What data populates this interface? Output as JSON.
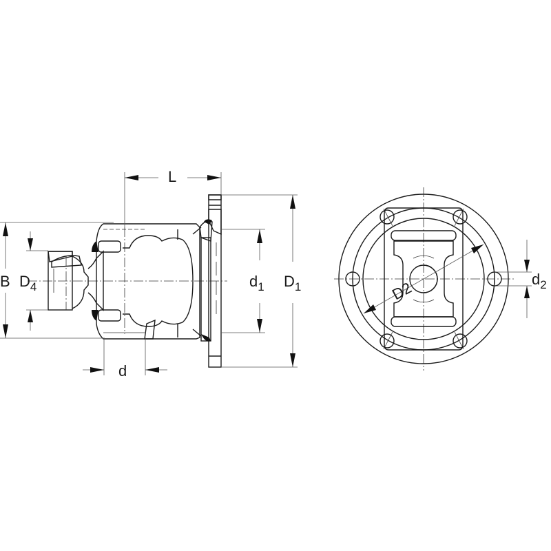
{
  "diagram": {
    "type": "technical-drawing",
    "subject": "universal joint with flange — side section view and end view",
    "line_color": "#1a1a1a",
    "background": "#ffffff",
    "views": {
      "side_view": {
        "dimensions": {
          "L": {
            "main": "L",
            "sub": ""
          },
          "B": {
            "main": "B",
            "sub": ""
          },
          "D4": {
            "main": "D",
            "sub": "4"
          },
          "d": {
            "main": "d",
            "sub": ""
          },
          "d1": {
            "main": "d",
            "sub": "1"
          },
          "D1": {
            "main": "D",
            "sub": "1"
          }
        }
      },
      "end_view": {
        "dimensions": {
          "D2": {
            "main": "D2",
            "sub": ""
          },
          "d2": {
            "main": "d",
            "sub": "2"
          }
        },
        "bolt_holes": 6
      }
    }
  }
}
